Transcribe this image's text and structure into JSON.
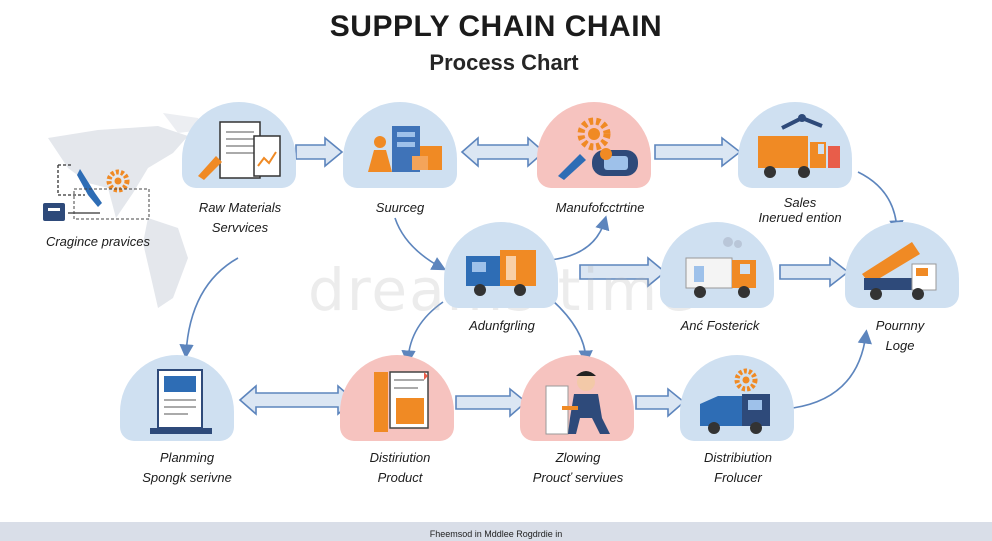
{
  "header": {
    "title": "SUPPLY CHAIN CHAIN",
    "subtitle": "Process Chart"
  },
  "nodes": [
    {
      "id": "raw",
      "line1": "Raw Materials",
      "line2": "Servvices",
      "color": "blue",
      "icon": "documents-icon"
    },
    {
      "id": "sourcing",
      "line1": "Suurceg",
      "line2": "",
      "color": "blue",
      "icon": "warehouse-worker-icon"
    },
    {
      "id": "manufacturing",
      "line1": "Manufofcctrtine",
      "line2": "",
      "color": "pink",
      "icon": "gear-machine-icon"
    },
    {
      "id": "sales",
      "line1": "Sales",
      "line2": "Inerued ention",
      "color": "blue",
      "icon": "cargo-truck-icon"
    },
    {
      "id": "crane",
      "line1": "Cragince pravices",
      "line2": "",
      "color": "none",
      "icon": "map-pin-icon"
    },
    {
      "id": "adunfgrling",
      "line1": "Adunfgrling",
      "line2": "",
      "color": "blue",
      "icon": "delivery-truck-icon"
    },
    {
      "id": "foster",
      "line1": "Anć Fosterick",
      "line2": "",
      "color": "blue",
      "icon": "box-truck-icon"
    },
    {
      "id": "pournny",
      "line1": "Pournny",
      "line2": "Loge",
      "color": "blue",
      "icon": "dump-truck-icon"
    },
    {
      "id": "planning",
      "line1": "Planming",
      "line2": "Spongk serivne",
      "color": "blue",
      "icon": "laptop-icon"
    },
    {
      "id": "distprod",
      "line1": "Distiriution",
      "line2": "Product",
      "color": "pink",
      "icon": "shelves-icon"
    },
    {
      "id": "zlowing",
      "line1": "Zlowing",
      "line2": "Proucť serviues",
      "color": "pink",
      "icon": "person-working-icon"
    },
    {
      "id": "distfrol",
      "line1": "Distribiution",
      "line2": "Frolucer",
      "color": "blue",
      "icon": "van-gear-icon"
    }
  ],
  "watermark": "dreams time",
  "footer": "Fheemsod in Mddlee Rogdrdie in",
  "colors": {
    "blue_node": "#cfe0f1",
    "pink_node": "#f6c3bf",
    "arrow_fill": "#dbe6f3",
    "arrow_stroke": "#5d85bd",
    "accent_orange": "#f08a24",
    "navy": "#2e4a7a"
  }
}
